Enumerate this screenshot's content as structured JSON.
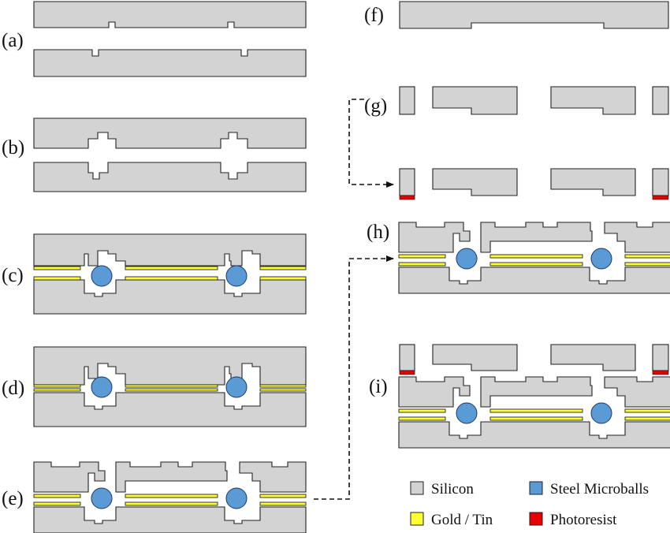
{
  "labels": {
    "a": "(a)",
    "b": "(b)",
    "c": "(c)",
    "d": "(d)",
    "e": "(e)",
    "f": "(f)",
    "g": "(g)",
    "h": "(h)",
    "i": "(i)"
  },
  "legend": {
    "silicon": "Silicon",
    "steel_microballs": "Steel Microballs",
    "gold_tin": "Gold / Tin",
    "photoresist": "Photoresist"
  },
  "colors": {
    "silicon": "#d3d3d3",
    "gold_tin": "#ffff33",
    "steel_microballs": "#5b9bd5",
    "photoresist": "#e60000"
  }
}
